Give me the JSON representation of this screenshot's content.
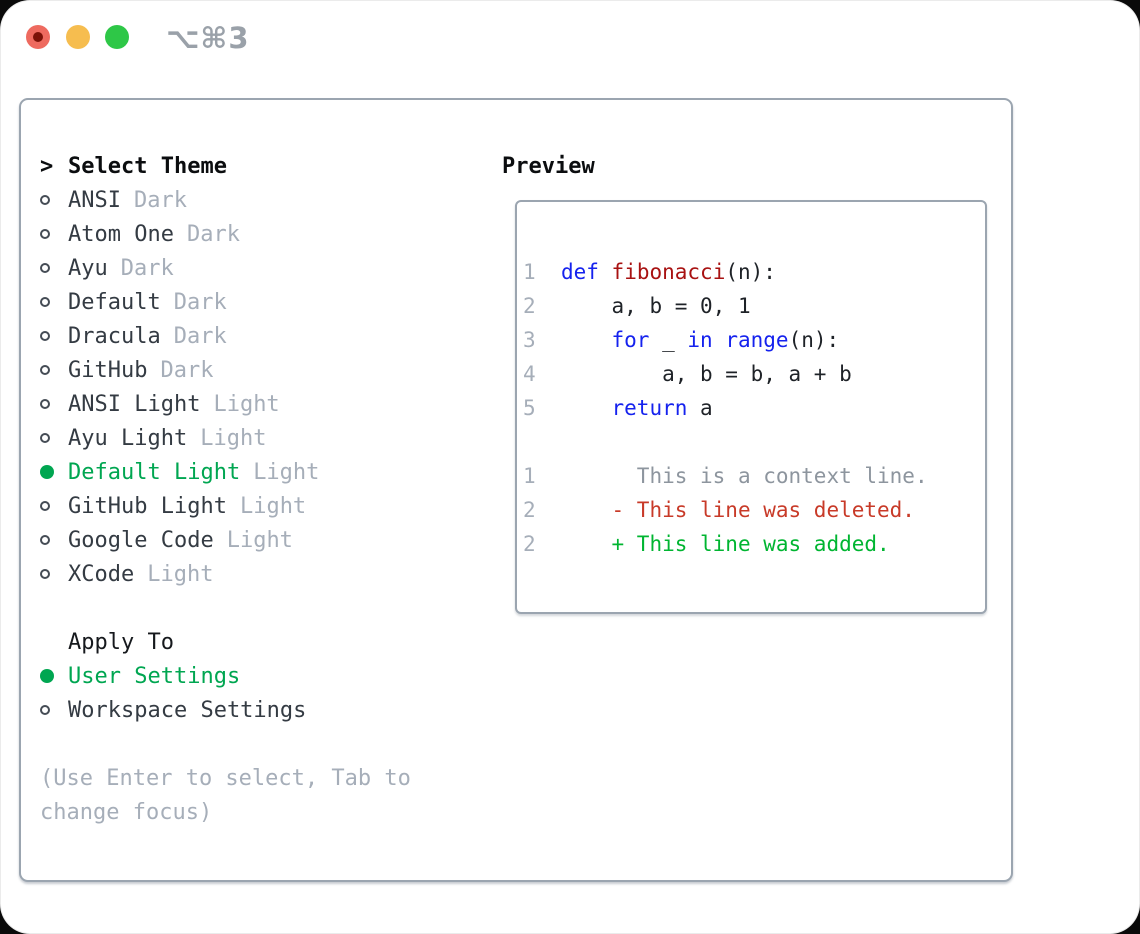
{
  "window": {
    "title": "⌥⌘3"
  },
  "colors": {
    "accent_green": "#00a651",
    "diff_red": "#c83a28",
    "diff_green": "#00b531",
    "keyword_blue": "#1522ee",
    "function_red": "#a81212",
    "code_text": "#1e2227",
    "context_gray": "#8d959e",
    "line_number": "#a6aeb9",
    "text_dark": "#343b43",
    "text_muted": "#a6aeb9",
    "border_gray": "#9ba5b0",
    "title_gray": "#9aa1a9",
    "traffic_red": "#ee6a5f",
    "traffic_red_dot": "#7c1208",
    "traffic_yellow": "#f6bd4f",
    "traffic_green": "#2ec747"
  },
  "panel": {
    "select_theme": {
      "header_prefix": ">",
      "header_label": "Select Theme",
      "items": [
        {
          "name": "ANSI",
          "variant": "Dark",
          "selected": false
        },
        {
          "name": "Atom One",
          "variant": "Dark",
          "selected": false
        },
        {
          "name": "Ayu",
          "variant": "Dark",
          "selected": false
        },
        {
          "name": "Default",
          "variant": "Dark",
          "selected": false
        },
        {
          "name": "Dracula",
          "variant": "Dark",
          "selected": false
        },
        {
          "name": "GitHub",
          "variant": "Dark",
          "selected": false
        },
        {
          "name": "ANSI Light",
          "variant": "Light",
          "selected": false
        },
        {
          "name": "Ayu Light",
          "variant": "Light",
          "selected": false
        },
        {
          "name": "Default Light",
          "variant": "Light",
          "selected": true
        },
        {
          "name": "GitHub Light",
          "variant": "Light",
          "selected": false
        },
        {
          "name": "Google Code",
          "variant": "Light",
          "selected": false
        },
        {
          "name": "XCode",
          "variant": "Light",
          "selected": false
        }
      ]
    },
    "apply_to": {
      "label": "Apply To",
      "options": [
        {
          "name": "User Settings",
          "selected": true
        },
        {
          "name": "Workspace Settings",
          "selected": false
        }
      ]
    },
    "hint": "(Use Enter to select, Tab to change focus)",
    "preview": {
      "label": "Preview",
      "code_lines": [
        {
          "num": "1",
          "tokens": [
            {
              "t": "  "
            },
            {
              "t": "def",
              "c": "kw"
            },
            {
              "t": " "
            },
            {
              "t": "fibonacci",
              "c": "fn"
            },
            {
              "t": "(n):"
            }
          ]
        },
        {
          "num": "2",
          "tokens": [
            {
              "t": "      a, b = 0, 1"
            }
          ]
        },
        {
          "num": "3",
          "tokens": [
            {
              "t": "      "
            },
            {
              "t": "for",
              "c": "kw"
            },
            {
              "t": " _ "
            },
            {
              "t": "in",
              "c": "kw"
            },
            {
              "t": " "
            },
            {
              "t": "range",
              "c": "kw"
            },
            {
              "t": "(n):"
            }
          ]
        },
        {
          "num": "4",
          "tokens": [
            {
              "t": "          a, b = b, a + b"
            }
          ]
        },
        {
          "num": "5",
          "tokens": [
            {
              "t": "      "
            },
            {
              "t": "return",
              "c": "kw"
            },
            {
              "t": " a"
            }
          ]
        }
      ],
      "diff_lines": [
        {
          "num": "1",
          "tokens": [
            {
              "t": "        This is a context line.",
              "c": "ctx"
            }
          ]
        },
        {
          "num": "2",
          "tokens": [
            {
              "t": "      - This line was deleted.",
              "c": "del"
            }
          ]
        },
        {
          "num": "2",
          "tokens": [
            {
              "t": "      + This line was added.",
              "c": "add"
            }
          ]
        }
      ]
    }
  }
}
